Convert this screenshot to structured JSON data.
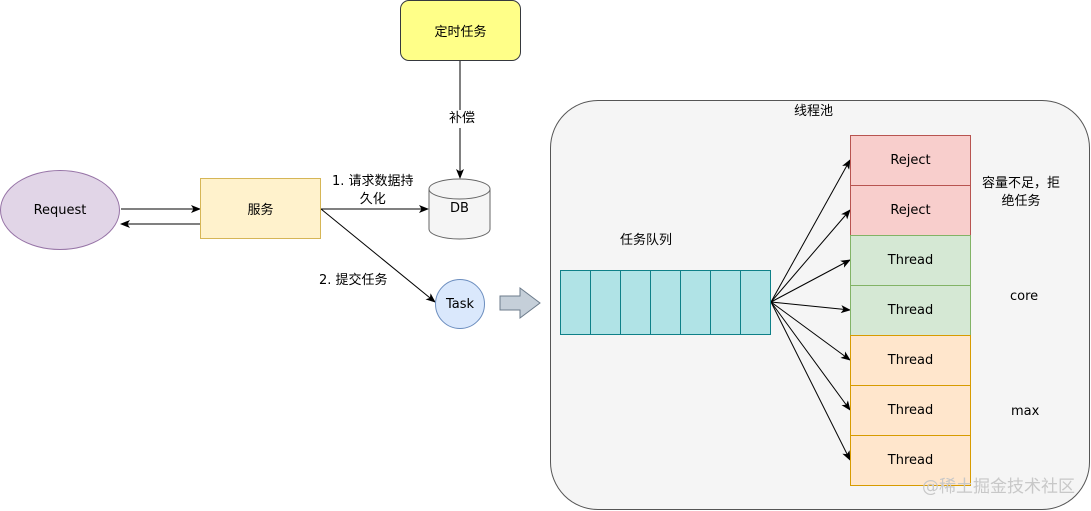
{
  "nodes": {
    "request": "Request",
    "service": "服务",
    "scheduled": "定时任务",
    "db": "DB",
    "task": "Task"
  },
  "edges": {
    "compensate": "补偿",
    "persist": "1. 请求数据持\n久化",
    "submit": "2. 提交任务"
  },
  "pool": {
    "title": "线程池",
    "queue_label": "任务队列",
    "queue_cells": 7,
    "slots": [
      {
        "label": "Reject",
        "kind": "reject"
      },
      {
        "label": "Reject",
        "kind": "reject"
      },
      {
        "label": "Thread",
        "kind": "core"
      },
      {
        "label": "Thread",
        "kind": "core"
      },
      {
        "label": "Thread",
        "kind": "max"
      },
      {
        "label": "Thread",
        "kind": "max"
      },
      {
        "label": "Thread",
        "kind": "max"
      }
    ],
    "reject_note": "容量不足，拒\n绝任务",
    "core_label": "core",
    "max_label": "max"
  },
  "watermark": "@稀土掘金技术社区",
  "colors": {
    "request_fill": "#e1d5e7",
    "request_stroke": "#9673a6",
    "service_fill": "#fff2cc",
    "service_stroke": "#d6b656",
    "scheduled_fill": "#ffff88",
    "scheduled_stroke": "#36393d",
    "task_fill": "#dae8fc",
    "task_stroke": "#6c8ebf"
  }
}
